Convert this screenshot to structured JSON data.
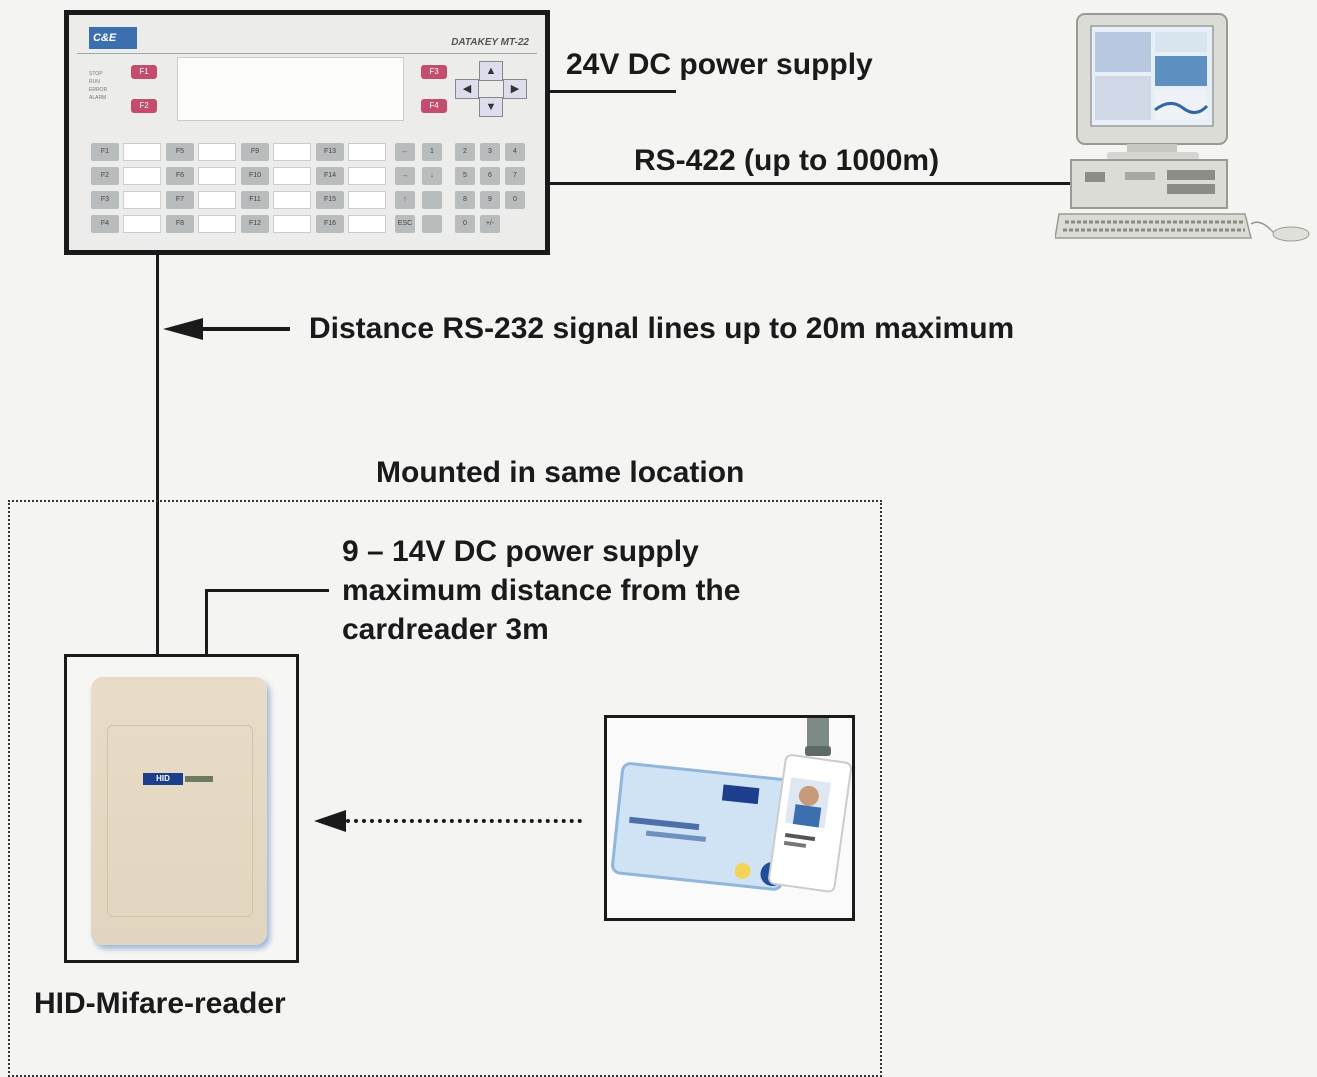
{
  "labels": {
    "power_24v": "24V DC power supply",
    "rs422": "RS-422 (up to 1000m)",
    "rs232": "Distance RS-232 signal lines up to 20m maximum",
    "mounted": "Mounted in same location",
    "power_9_14_line1": "9 – 14V DC power supply",
    "power_9_14_line2": "maximum distance from the",
    "power_9_14_line3": "cardreader 3m",
    "reader_name": "HID-Mifare-reader"
  },
  "terminal": {
    "logo": "C&E",
    "brand": "DATAKEY MT-22",
    "softkeys": [
      "F1",
      "F2",
      "F3",
      "F4"
    ],
    "leds": [
      "STOP",
      "RUN",
      "ERROR",
      "ALARM"
    ],
    "nav": [
      "▲",
      "◀",
      "▶",
      "▼"
    ],
    "function_keys": [
      "F1",
      "F5",
      "F9",
      "F13",
      "F2",
      "F6",
      "F10",
      "F14",
      "F3",
      "F7",
      "F11",
      "F15",
      "F4",
      "F8",
      "F12",
      "F16"
    ],
    "numeric_keys": [
      "←",
      "1",
      "2",
      "3",
      "4",
      "→",
      "↓",
      "5",
      "6",
      "7",
      "↑",
      "",
      "8",
      "9",
      "0",
      "ESC",
      "",
      "0",
      "+/-"
    ]
  },
  "reader": {
    "logo": "HID"
  },
  "colors": {
    "line": "#1a1a1a",
    "softkey": "#c44c6e",
    "terminal_logo": "#3b6fb0",
    "reader_body": "#e2d5bf",
    "hid_blue": "#1d3e8c"
  },
  "icons": {
    "computer": "desktop-computer-icon",
    "card": "id-card-icon",
    "reader": "card-reader-icon"
  }
}
